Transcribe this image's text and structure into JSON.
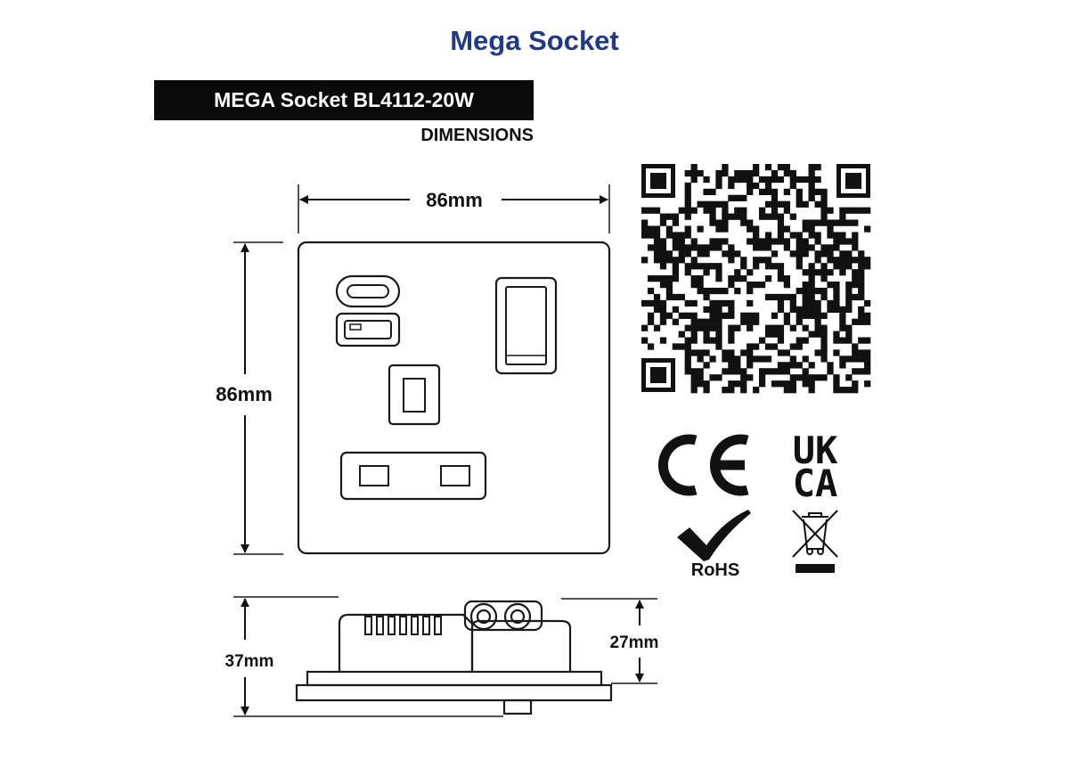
{
  "page_title": "Mega Socket",
  "model_name": "MEGA Socket BL4112-20W",
  "section_heading": "DIMENSIONS",
  "dimensions": {
    "width": "86mm",
    "height": "86mm",
    "depth_total": "37mm",
    "depth_body": "27mm"
  },
  "certifications": {
    "ce": "CE",
    "ukca_top": "UK",
    "ukca_bottom": "CA",
    "rohs": "RoHS"
  },
  "colors": {
    "title": "#1f3a8a",
    "line": "#1a1a1a",
    "bar": "#0a0a0a"
  },
  "icons": [
    "qr-code-icon",
    "ce-mark-icon",
    "ukca-mark-icon",
    "rohs-check-icon",
    "weee-bin-icon"
  ]
}
